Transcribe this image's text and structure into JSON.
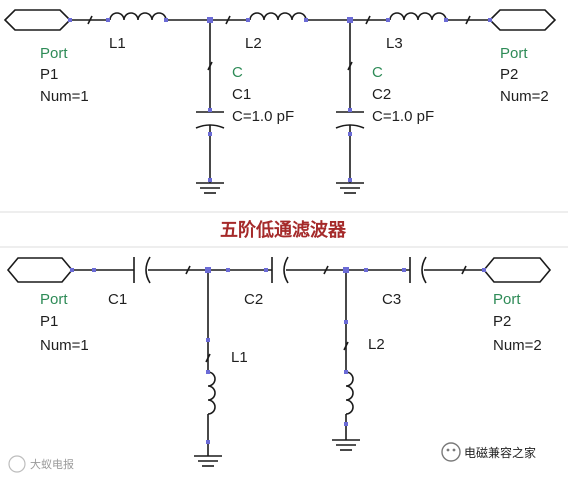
{
  "colors": {
    "port_label": "#2e8b57",
    "title": "#a52a2a",
    "pin": "#6b6bd6",
    "wire": "#1a1a1a",
    "c_label": "#2e8b57"
  },
  "top": {
    "port1": {
      "type": "Port",
      "name": "P1",
      "num": "Num=1"
    },
    "port2": {
      "type": "Port",
      "name": "P2",
      "num": "Num=2"
    },
    "inductors": [
      "L1",
      "L2",
      "L3"
    ],
    "capacitors": [
      {
        "type": "C",
        "name": "C1",
        "value": "C=1.0 pF"
      },
      {
        "type": "C",
        "name": "C2",
        "value": "C=1.0 pF"
      }
    ]
  },
  "title": "五阶低通滤波器",
  "bottom": {
    "port1": {
      "type": "Port",
      "name": "P1",
      "num": "Num=1"
    },
    "port2": {
      "type": "Port",
      "name": "P2",
      "num": "Num=2"
    },
    "capacitors": [
      "C1",
      "C2",
      "C3"
    ],
    "inductors": [
      "L1",
      "L2"
    ]
  },
  "watermarks": {
    "left": "大蚁电报",
    "right": "电磁兼容之家"
  }
}
